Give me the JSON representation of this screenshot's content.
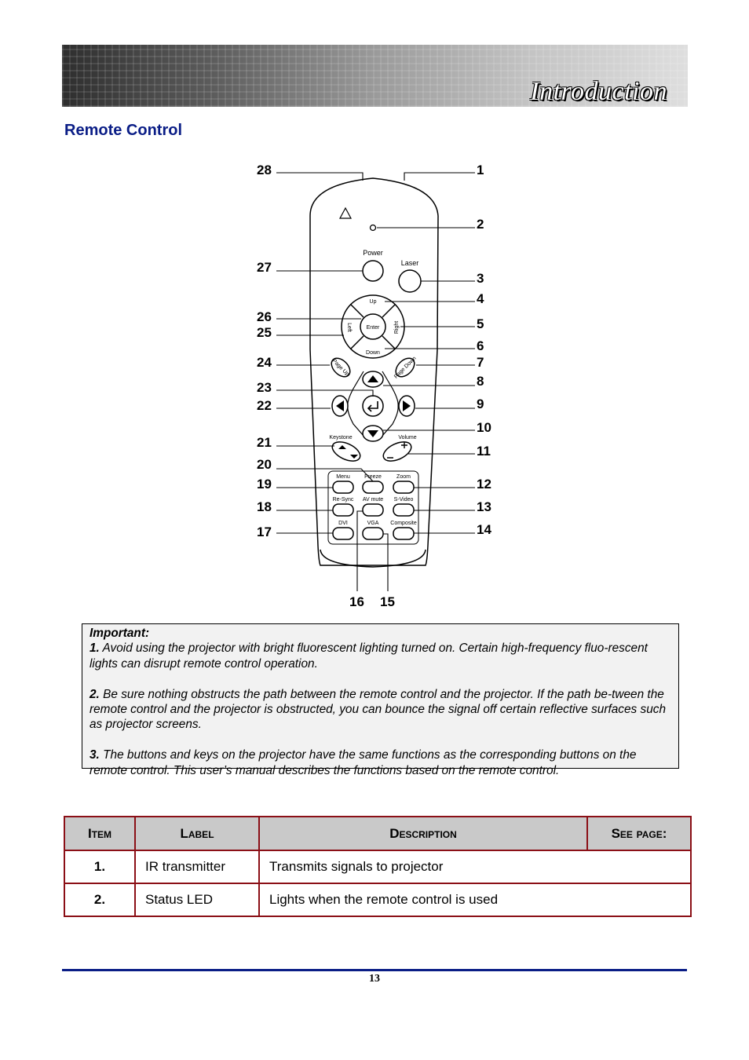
{
  "header": {
    "title": "Introduction"
  },
  "section": {
    "title": "Remote Control"
  },
  "figure": {
    "callouts": [
      "1",
      "2",
      "3",
      "4",
      "5",
      "6",
      "7",
      "8",
      "9",
      "10",
      "11",
      "12",
      "13",
      "14",
      "15",
      "16",
      "17",
      "18",
      "19",
      "20",
      "21",
      "22",
      "23",
      "24",
      "25",
      "26",
      "27",
      "28"
    ],
    "button_labels": {
      "power": "Power",
      "laser": "Laser",
      "up": "Up",
      "down": "Down",
      "left": "Left",
      "right": "Right",
      "enter": "Enter",
      "page_up": "Page Up",
      "page_down": "Page Down",
      "keystone": "Keystone",
      "volume": "Volume",
      "menu": "Menu",
      "freeze": "Freeze",
      "zoom": "Zoom",
      "resync": "Re-Sync",
      "avmute": "AV mute",
      "svideo": "S-Video",
      "dvi": "DVI",
      "vga": "VGA",
      "composite": "Composite"
    }
  },
  "important": {
    "heading": "Important:",
    "notes": [
      {
        "num": "1.",
        "text": " Avoid using the projector with bright fluorescent lighting turned on. Certain high-frequency fluo-rescent lights can disrupt remote control operation."
      },
      {
        "num": "2.",
        "text": " Be sure nothing obstructs the path between the remote control and the projector. If the path be-tween the remote control and the projector is obstructed, you can bounce the signal off certain reflective surfaces such as projector screens."
      },
      {
        "num": "3.",
        "text": " The buttons and keys on the projector have the same functions as the corresponding buttons on the remote control. This user’s manual describes the functions based on the remote control."
      }
    ]
  },
  "table": {
    "headers": [
      "Item",
      "Label",
      "Description",
      "See page:"
    ],
    "rows": [
      {
        "item": "1.",
        "label": "IR transmitter",
        "description": "Transmits signals to projector",
        "page": ""
      },
      {
        "item": "2.",
        "label": "Status LED",
        "description": "Lights when the remote control is used",
        "page": ""
      }
    ]
  },
  "footer": {
    "page_number": "13"
  }
}
